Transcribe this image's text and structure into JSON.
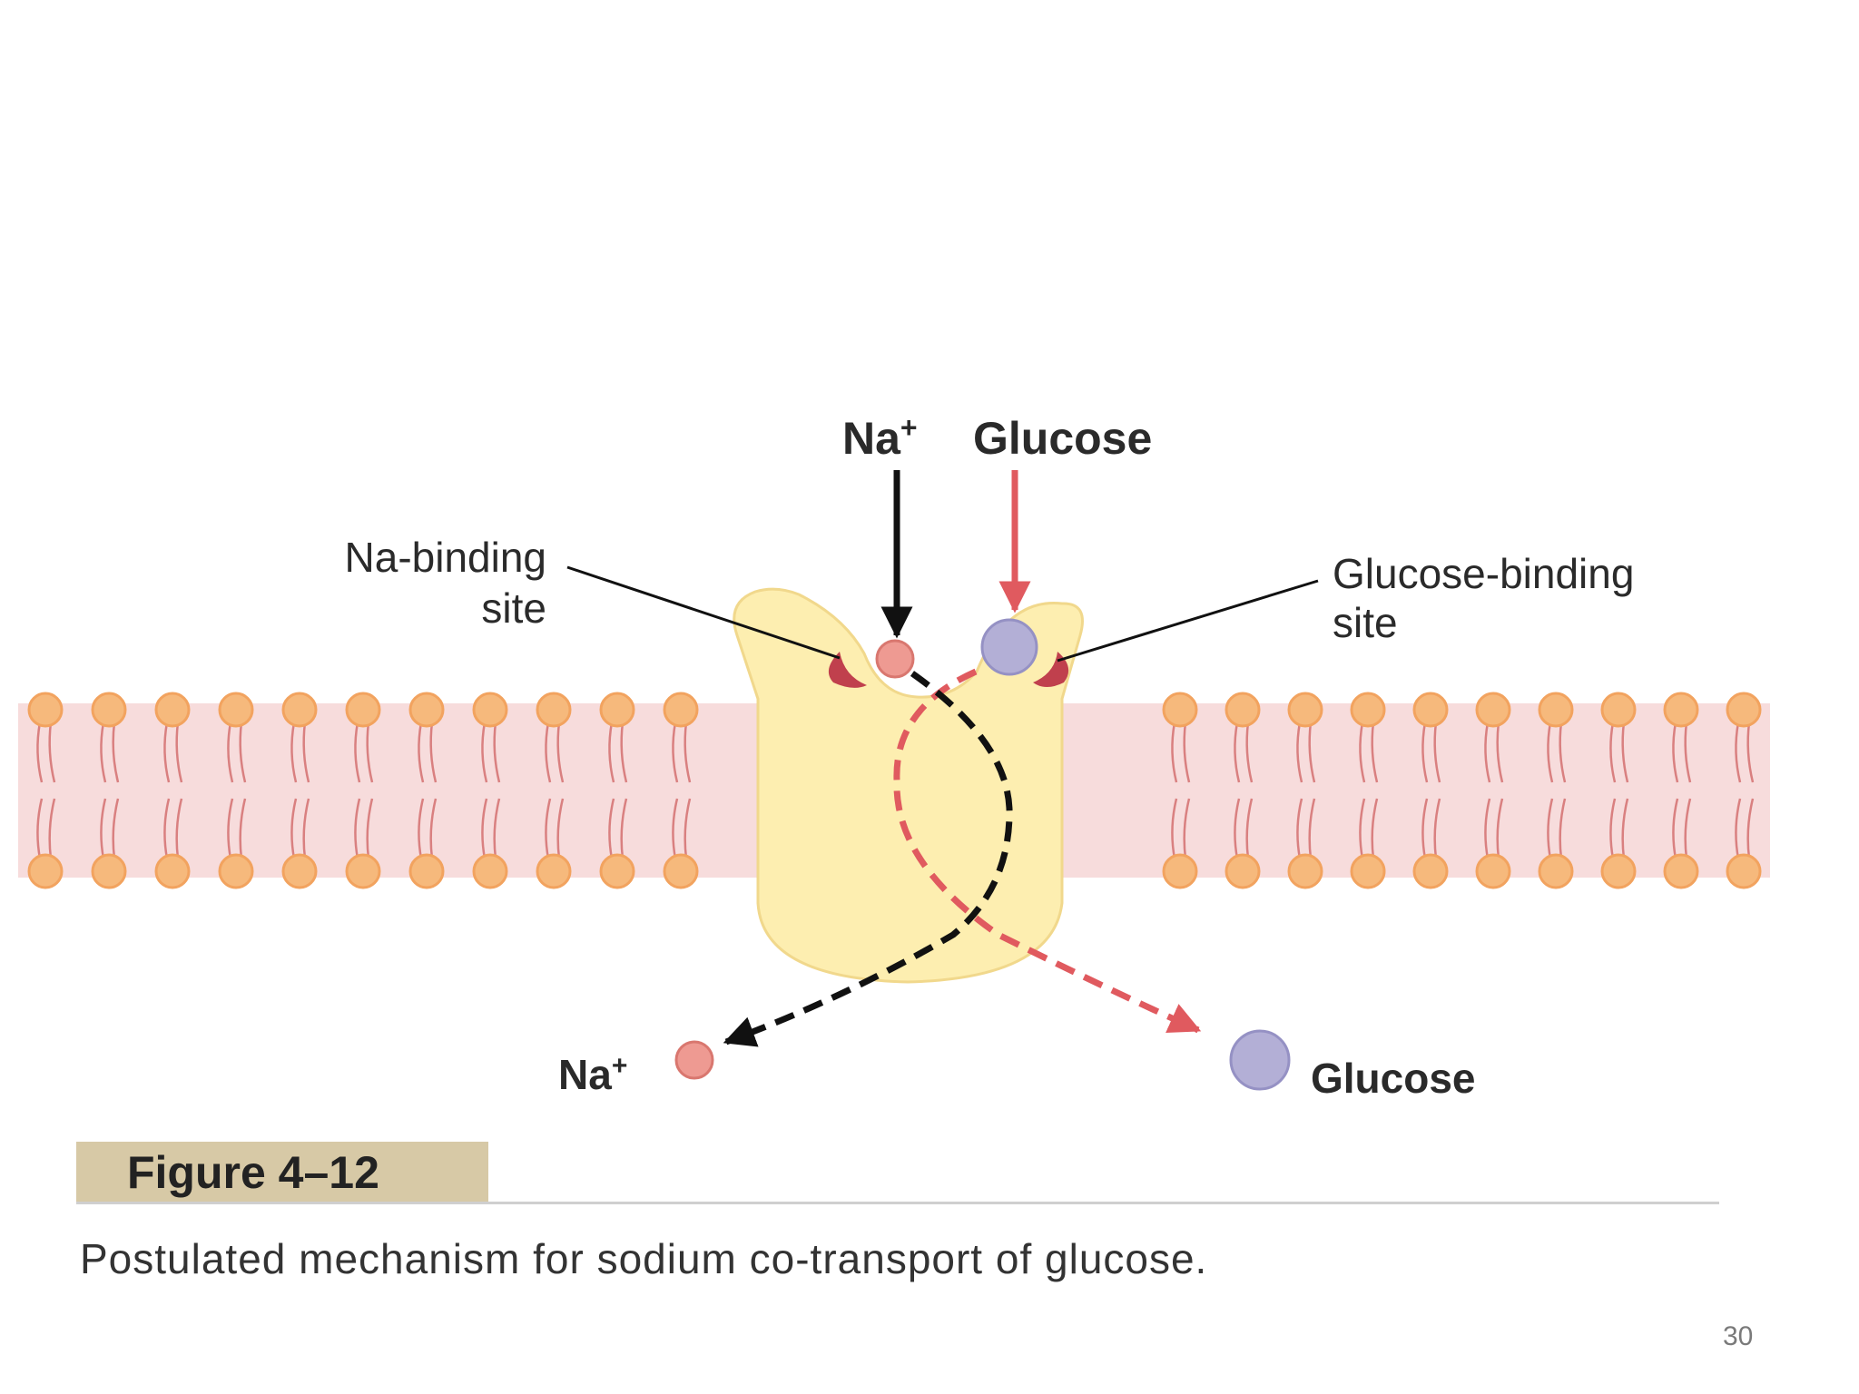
{
  "diagram": {
    "top_labels": {
      "na": "Na",
      "na_sup": "+",
      "glucose": "Glucose"
    },
    "na_binding": {
      "line1": "Na-binding",
      "line2": "site"
    },
    "glucose_binding": {
      "line1": "Glucose-binding",
      "line2": "site"
    },
    "bottom_labels": {
      "na": "Na",
      "na_sup": "+",
      "glucose": "Glucose"
    },
    "colors": {
      "membrane": "#f7dcdc",
      "lipid_head": "#f6b97c",
      "protein": "#fdeeb0",
      "binding_site": "#c0404d",
      "na_ion": "#ee9a92",
      "glucose": "#b3afd6",
      "na_path": "#111111",
      "glucose_path": "#e05a5f"
    }
  },
  "figure": {
    "label": "Figure 4–12",
    "caption": "Postulated mechanism for sodium co-transport of glucose."
  },
  "page_number": "30"
}
